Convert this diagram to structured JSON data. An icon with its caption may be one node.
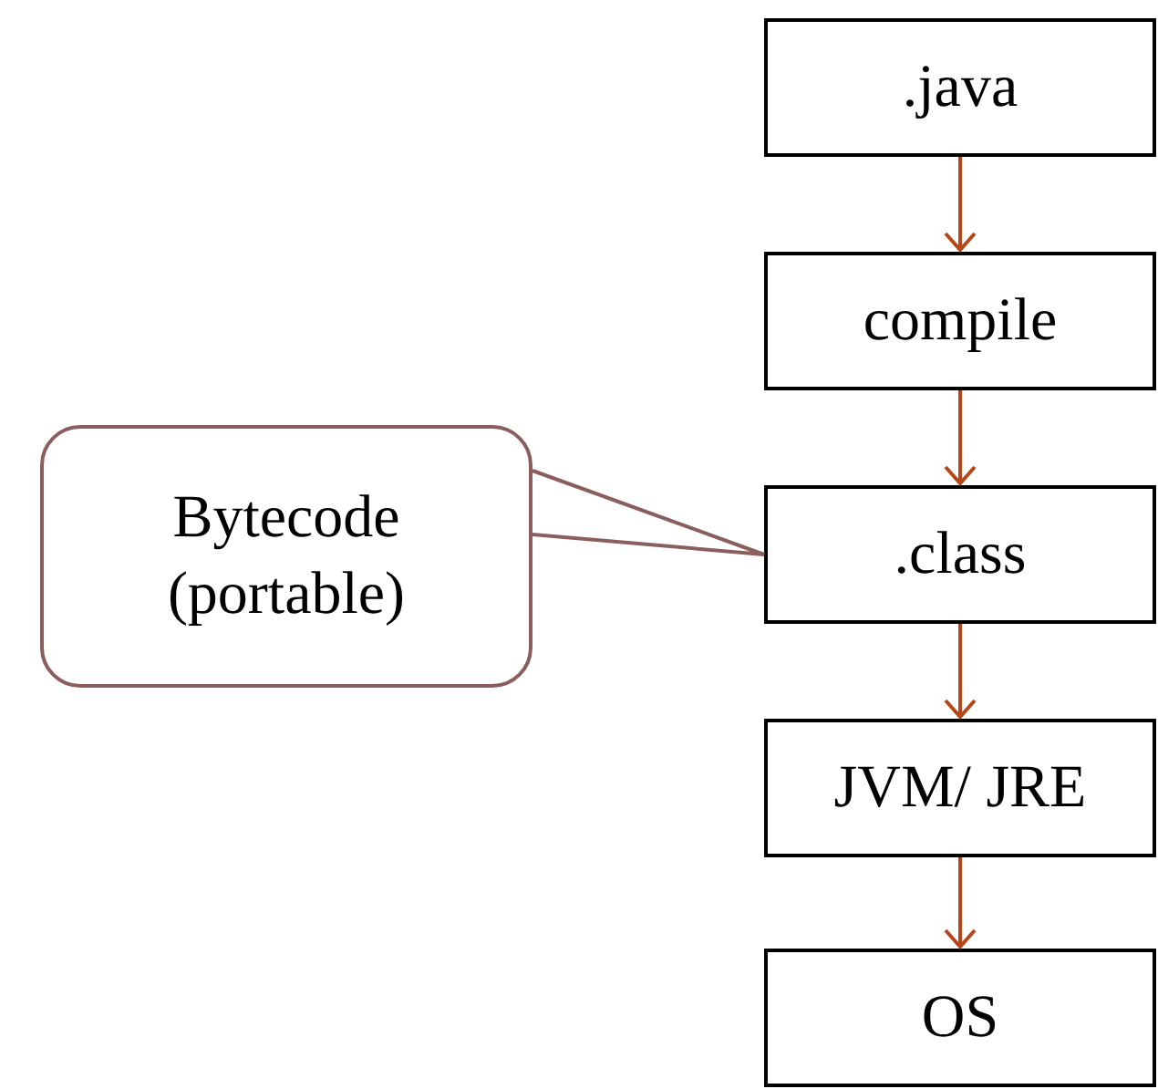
{
  "diagram": {
    "nodes": [
      {
        "text": [
          ".java"
        ]
      },
      {
        "text": [
          "compile"
        ]
      },
      {
        "text": [
          ".class"
        ]
      },
      {
        "text": [
          "JVM/ JRE"
        ]
      },
      {
        "text": [
          "OS"
        ]
      },
      {
        "text": [
          "Bytecode (portable)"
        ]
      }
    ],
    "edges": [
      {
        "from": 0,
        "to": 1,
        "arrow": "to"
      },
      {
        "from": 1,
        "to": 2,
        "arrow": "to"
      },
      {
        "from": 2,
        "to": 3,
        "arrow": "to"
      },
      {
        "from": 3,
        "to": 4,
        "arrow": "to"
      },
      {
        "from": 5,
        "to": 2,
        "arrow": "none",
        "color": "#8b5e5e"
      }
    ]
  }
}
